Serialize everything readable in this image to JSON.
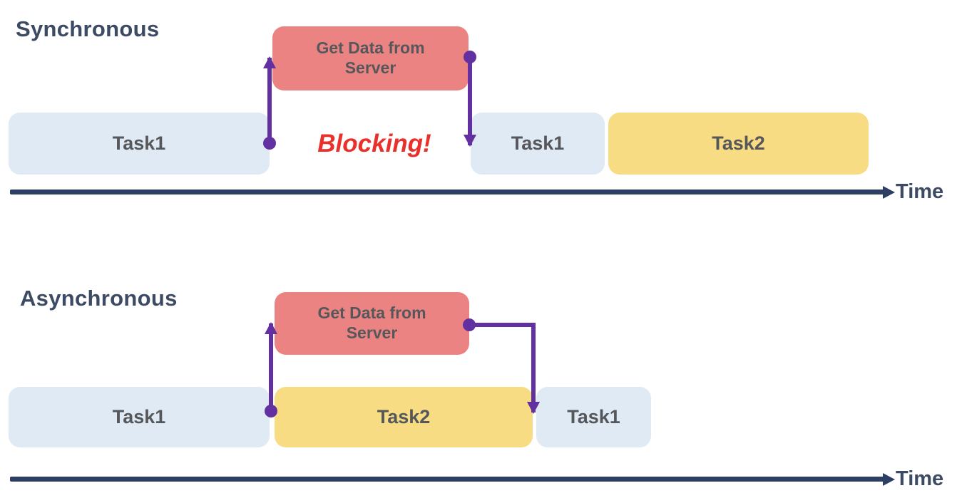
{
  "colors": {
    "task_blue": "#dfeaf4",
    "task_yellow": "#f8dc84",
    "server_red": "#ec8383",
    "arrow_purple": "#6230a0",
    "axis_navy": "#2c3e63",
    "title_navy": "#3c4a64",
    "task_label_gray": "#56575a",
    "blocking_red": "#e9302a"
  },
  "sync": {
    "title": "Synchronous",
    "server_label": "Get Data from Server",
    "task_segments": [
      "Task1",
      "Task1",
      "Task2"
    ],
    "blocking_label": "Blocking!",
    "axis_label": "Time"
  },
  "async": {
    "title": "Asynchronous",
    "server_label": "Get Data from Server",
    "task_segments": [
      "Task1",
      "Task2",
      "Task1"
    ],
    "axis_label": "Time"
  }
}
